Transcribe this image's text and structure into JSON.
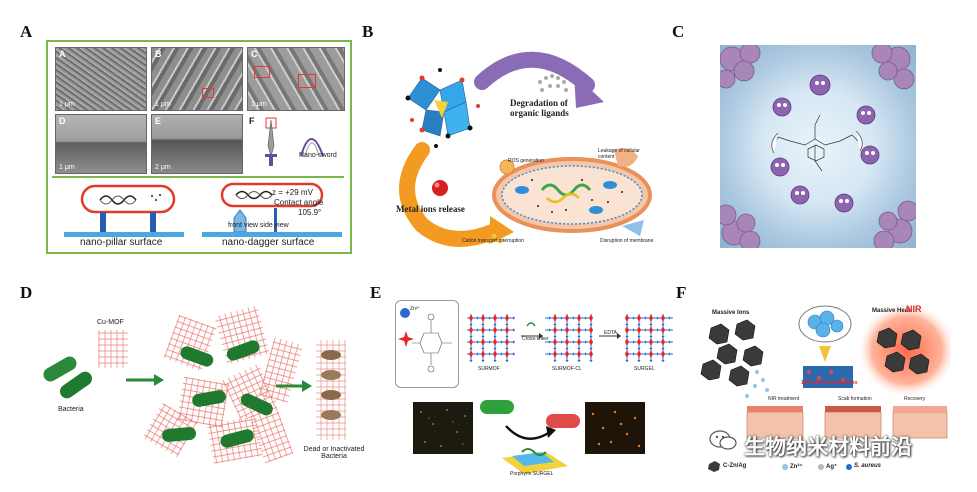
{
  "panels": {
    "A": {
      "letter": "A",
      "sem_tags": [
        "A",
        "B",
        "C",
        "D",
        "E",
        "F"
      ],
      "scales": [
        "1 μm",
        "1 μm",
        "1 μm",
        "1 μm",
        "2 μm"
      ],
      "nano_sword": "Nano-sword",
      "zeta": "z = +29 mV",
      "contact_angle_label": "Contact angle",
      "contact_angle_value": "105.9°",
      "front_side": "front view  side view",
      "pillar_label": "nano-pillar surface",
      "dagger_label": "nano-dagger surface"
    },
    "B": {
      "letter": "B",
      "degradation": "Degradation of organic ligands",
      "metal_ions": "Metal ions release",
      "ros": "ROS generation",
      "leakage": "Leakage of cellular content",
      "cation": "Cation transport interruption",
      "disruption": "Disruption of membrane"
    },
    "C": {
      "letter": "C"
    },
    "D": {
      "letter": "D",
      "cu_mof": "Cu-MOF",
      "bacteria": "Bacteria",
      "dead": "Dead or Inactivated Bacteria"
    },
    "E": {
      "letter": "E",
      "zn": "Zn²⁺",
      "cross_linker": "Cross-linker",
      "edta": "EDTA",
      "surmof": "SURMOF",
      "surmof_cl": "SURMOF-CL",
      "surgel": "SURGEL",
      "porphyrin": "Porphyrin SURGEL"
    },
    "F": {
      "letter": "F",
      "massive_ions": "Massive Ions",
      "massive_heat": "Massive Heat",
      "nir": "NIR",
      "ratio": "100% Bactericidal Ratio",
      "nir_treatment": "NIR treatment",
      "scab": "Scab formation",
      "recovery": "Recovery",
      "legend": [
        "C-Zn/Ag",
        "Zn²⁺",
        "Ag⁺",
        "S. aureus"
      ],
      "watermark": "生物纳米材料前沿"
    }
  },
  "colors": {
    "green_frame": "#7ab648",
    "red_cell": "#e23a2a",
    "blue_sub": "#2ea3e0",
    "purple_arrow": "#8a6bb5",
    "orange_arrow": "#f29a22",
    "mof_red": "#e02a2a"
  }
}
